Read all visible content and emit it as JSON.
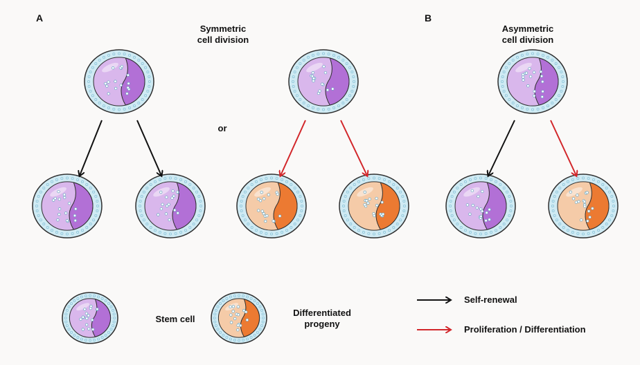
{
  "panels": {
    "a": {
      "letter": "A",
      "title": "Symmetric\ncell division"
    },
    "b": {
      "letter": "B",
      "title": "Asymmetric\ncell division"
    }
  },
  "or_label": "or",
  "legend": {
    "stem_cell": "Stem cell",
    "differentiated": "Differentiated\nprogeny",
    "self_renewal": "Self-renewal",
    "proliferation": "Proliferation / Differentiation"
  },
  "colors": {
    "stem_nucleus": "#b270d6",
    "stem_cytoplasm": "#d9b7ec",
    "diff_nucleus": "#ec7a32",
    "diff_cytoplasm": "#f5cba8",
    "membrane": "#cfeaf3",
    "outline": "#2e2e2e",
    "arrow_black": "#111111",
    "arrow_red": "#d2262a"
  }
}
